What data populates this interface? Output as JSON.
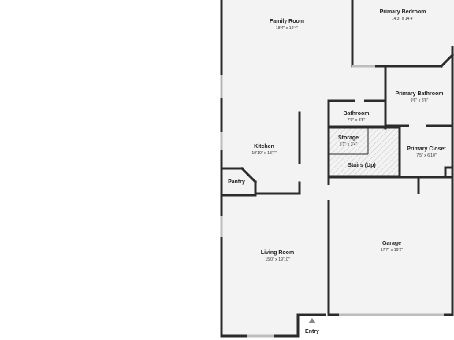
{
  "rooms": [
    {
      "id": "family-room",
      "name": "Family Room",
      "dims": "18'4\" x 19'4\""
    },
    {
      "id": "primary-bedroom",
      "name": "Primary Bedroom",
      "dims": "14'3\" x 14'4\""
    },
    {
      "id": "primary-bathroom",
      "name": "Primary Bathroom",
      "dims": "9'6\" x 8'6\""
    },
    {
      "id": "bathroom",
      "name": "Bathroom",
      "dims": "7'9\" x 3'5\""
    },
    {
      "id": "storage",
      "name": "Storage",
      "dims": "5'1\" x 3'4\""
    },
    {
      "id": "primary-closet",
      "name": "Primary Closet",
      "dims": "7'5\" x 6'10\""
    },
    {
      "id": "kitchen",
      "name": "Kitchen",
      "dims": "10'10\" x 13'7\""
    },
    {
      "id": "stairs",
      "name": "Stairs (Up)",
      "dims": ""
    },
    {
      "id": "pantry",
      "name": "Pantry",
      "dims": ""
    },
    {
      "id": "living-room",
      "name": "Living Room",
      "dims": "15'0\" x 19'10\""
    },
    {
      "id": "garage",
      "name": "Garage",
      "dims": "17'7\" x 19'2\""
    }
  ],
  "entry": {
    "label": "Entry",
    "icon": "up-arrow-icon"
  },
  "colors": {
    "wall": "#2b2b2b",
    "floor": "#f2f2f2",
    "window": "#bdbdbd"
  }
}
